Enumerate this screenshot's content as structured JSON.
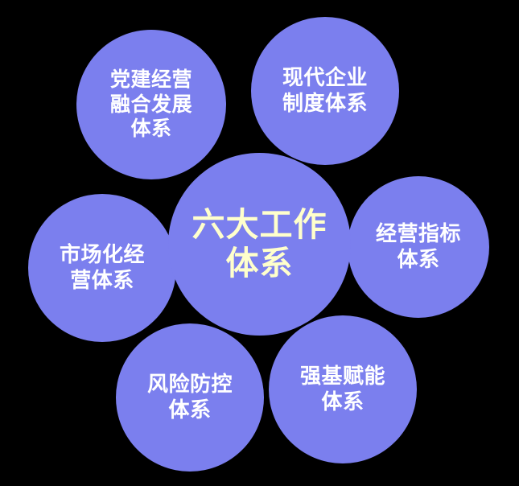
{
  "diagram": {
    "title": "六大工作体系",
    "background_color": "#000000",
    "node_color": "#7B7FEE",
    "center_text_color": "#FFFFCC",
    "satellite_text_color": "#FFFFFF",
    "center": {
      "label": "六大工作\n体系"
    },
    "nodes": [
      {
        "id": "party-building",
        "label": "党建经营\n融合发展\n体系",
        "position": "top-left"
      },
      {
        "id": "modern-enterprise",
        "label": "现代企业\n制度体系",
        "position": "top-right"
      },
      {
        "id": "business-indicator",
        "label": "经营指标\n体系",
        "position": "right"
      },
      {
        "id": "strengthen-empower",
        "label": "强基赋能\n体系",
        "position": "bottom-right"
      },
      {
        "id": "risk-control",
        "label": "风险防控\n体系",
        "position": "bottom-left"
      },
      {
        "id": "marketized-operation",
        "label": "市场化经\n营体系",
        "position": "left"
      }
    ]
  }
}
